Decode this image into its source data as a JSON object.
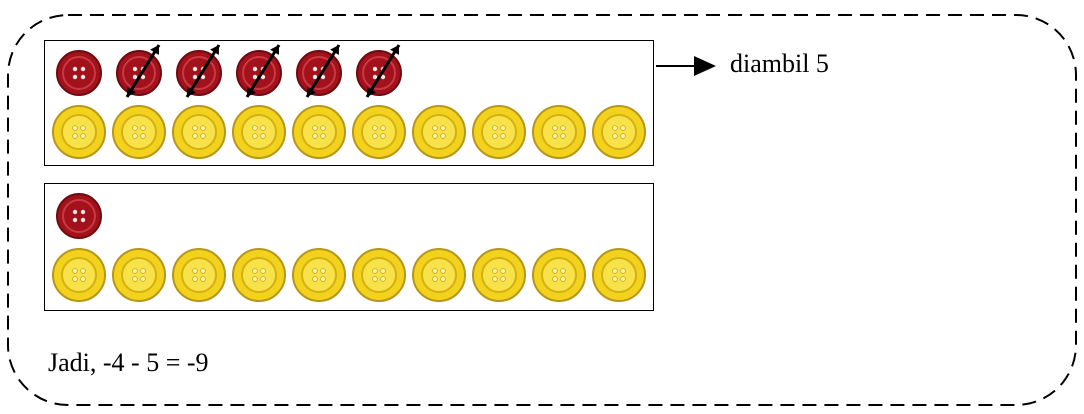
{
  "annotation": {
    "text": "diambil  5"
  },
  "conclusion": {
    "text": "Jadi, -4 - 5 = -9"
  },
  "panels": [
    {
      "red_buttons": 6,
      "yellow_buttons": 10,
      "paired_removed": 5
    },
    {
      "red_buttons": 1,
      "yellow_buttons": 10,
      "paired_removed": 0
    }
  ],
  "colors": {
    "red_button": "#a3121c",
    "yellow_button": "#f2d21c",
    "outline": "#000000"
  }
}
